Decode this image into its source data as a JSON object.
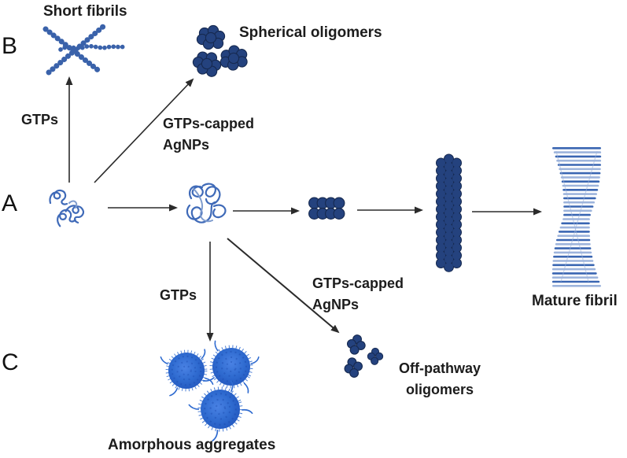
{
  "figure": {
    "panels": {
      "a": "A",
      "b": "B",
      "c": "C"
    },
    "labels": {
      "short_fibrils": "Short fibrils",
      "spherical_oligomers": "Spherical oligomers",
      "gtps_top": "GTPs",
      "gtps_capped_top": {
        "line1": "GTPs-capped",
        "line2": "AgNPs"
      },
      "gtps_bottom": "GTPs",
      "gtps_capped_bottom": {
        "line1": "GTPs-capped",
        "line2": "AgNPs"
      },
      "off_pathway": {
        "line1": "Off-pathway",
        "line2": "oligomers"
      },
      "mature_fibril": "Mature fibril",
      "amorphous_aggregates": "Amorphous aggregates"
    },
    "illustrations": [
      "short-fibrils",
      "spherical-oligomers",
      "native-monomers",
      "unfolded-monomer",
      "oligomer-chain",
      "protofibril",
      "mature-fibril",
      "off-pathway-oligomers",
      "amorphous-aggregates"
    ],
    "colors": {
      "background": "#ffffff",
      "text": "#1c1c1c",
      "arrow": "#2b2b2b",
      "bead_navy": "#24427e",
      "bead_outline": "#16294f",
      "squiggle_blue": "#3f6ab8",
      "squiggle_light": "#7f9cce",
      "strand_blue": "#3a62aa",
      "fibril_blue": "#3a66b2",
      "fibril_light": "#9db4dc",
      "aggregate_blue": "#2f6bd0",
      "aggregate_dark": "#1c4bb0"
    }
  }
}
